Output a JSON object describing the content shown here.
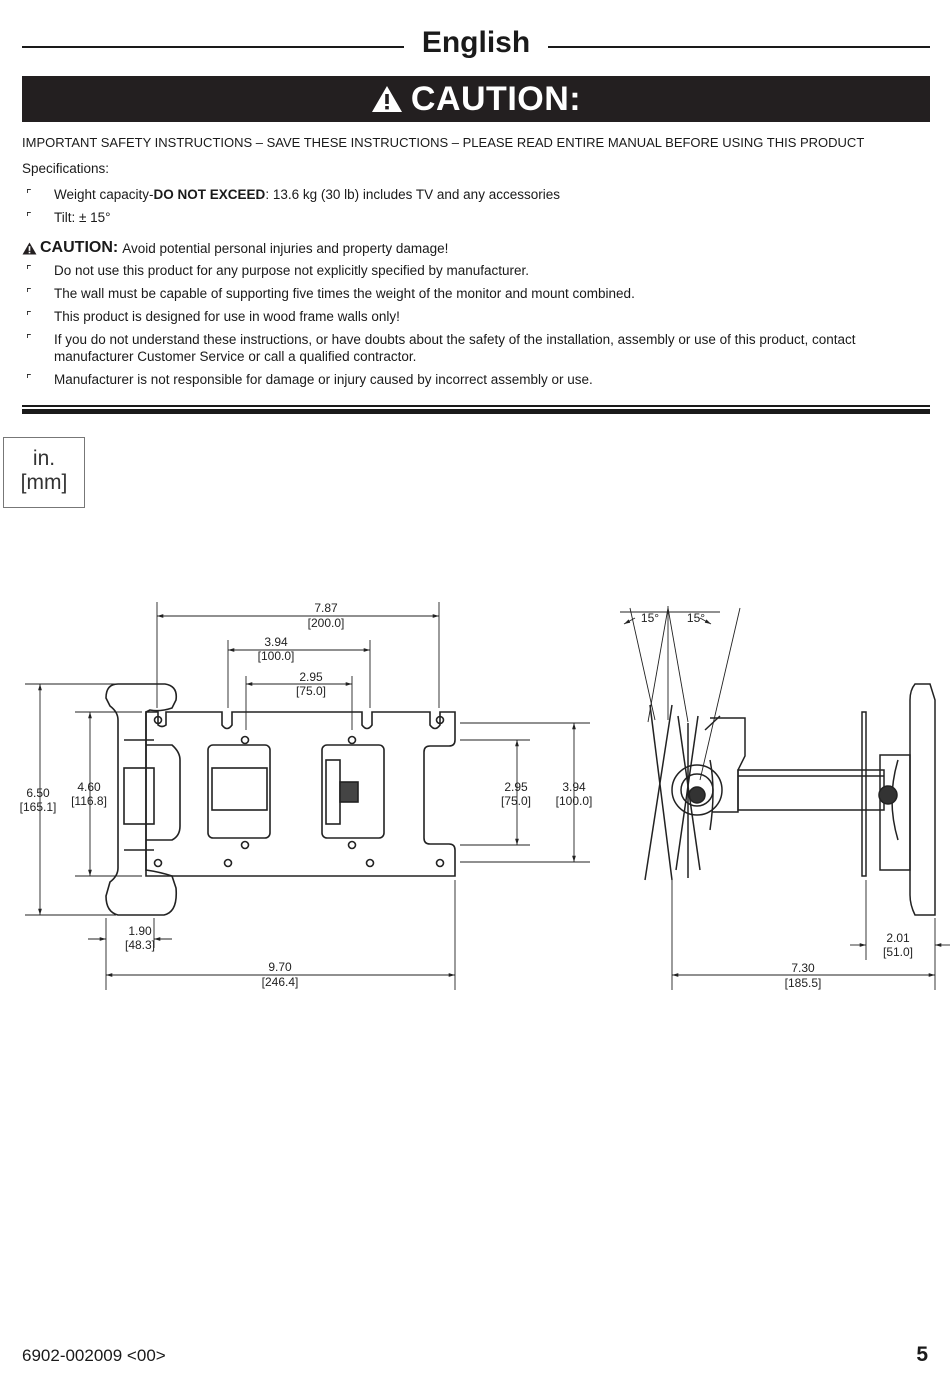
{
  "header": {
    "language": "English",
    "caution_title": "CAUTION:"
  },
  "intro": "IMPORTANT SAFETY INSTRUCTIONS – SAVE THESE INSTRUCTIONS – PLEASE READ ENTIRE MANUAL BEFORE USING THIS PRODUCT",
  "specifications": {
    "label": "Specifications:",
    "weight_prefix": "Weight capacity-",
    "weight_bold": "DO NOT EXCEED",
    "weight_rest": ": 13.6 kg (30 lb) includes TV and any accessories",
    "tilt": "Tilt: ± 15°"
  },
  "caution": {
    "label": "CAUTION:",
    "text": "Avoid potential personal injuries and property damage!",
    "items": [
      "Do not use this product for any purpose not explicitly specified by manufacturer.",
      "The wall must be capable of supporting five times the weight of the monitor and mount combined.",
      "This product is designed for use in wood frame walls only!",
      "If you do not understand these instructions, or have doubts about the safety of the installation, assembly or use of this product, contact manufacturer Customer Service or call a qualified contractor.",
      "Manufacturer is not responsible for damage or injury caused by incorrect assembly or use."
    ]
  },
  "units": {
    "inch": "in.",
    "mm": "[mm]"
  },
  "front_dims": {
    "d1_in": "7.87",
    "d1_mm": "[200.0]",
    "d2_in": "3.94",
    "d2_mm": "[100.0]",
    "d3_in": "2.95",
    "d3_mm": "[75.0]",
    "h1_in": "6.50",
    "h1_mm": "[165.1]",
    "h2_in": "4.60",
    "h2_mm": "[116.8]",
    "v1_in": "2.95",
    "v1_mm": "[75.0]",
    "v2_in": "3.94",
    "v2_mm": "[100.0]",
    "w1_in": "1.90",
    "w1_mm": "[48.3]",
    "w2_in": "9.70",
    "w2_mm": "[246.4]"
  },
  "side_dims": {
    "tilt_left": "15°",
    "tilt_right": "15°",
    "d1_in": "2.01",
    "d1_mm": "[51.0]",
    "d2_in": "7.30",
    "d2_mm": "[185.5]"
  },
  "footer": {
    "code": "6902-002009 <00>",
    "page": "5"
  }
}
